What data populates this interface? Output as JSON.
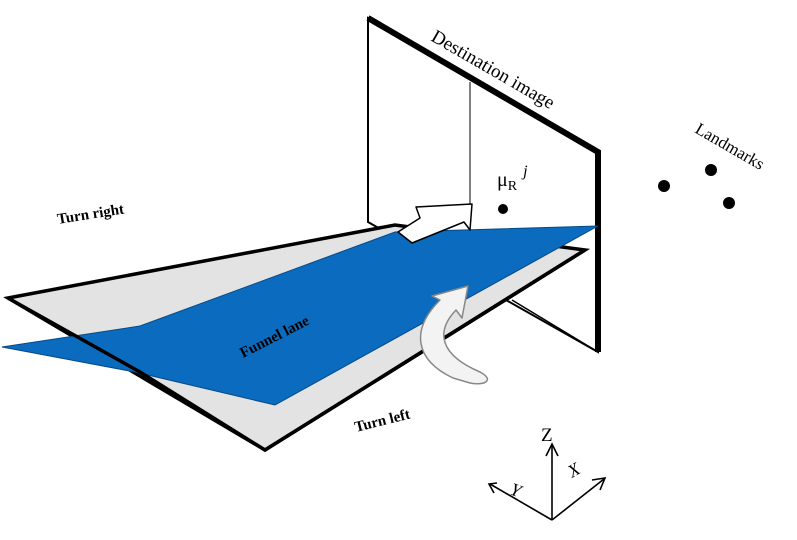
{
  "labels": {
    "destination_image": "Destination image",
    "landmarks": "Landmarks",
    "turn_right": "Turn right",
    "turn_left": "Turn left",
    "funnel_lane": "Funnel lane",
    "mu_base": "μ",
    "mu_sub": "R",
    "mu_sup": "j"
  },
  "axes": {
    "z": "Z",
    "x": "X",
    "y": "Y"
  },
  "colors": {
    "funnel_lane_fill": "#0b6bbf",
    "turn_plane_fill": "#e3e3e3",
    "outline": "#000000",
    "arrow_fill": "#ffffff",
    "rotation_arrow_fill": "#f3f3f3"
  }
}
